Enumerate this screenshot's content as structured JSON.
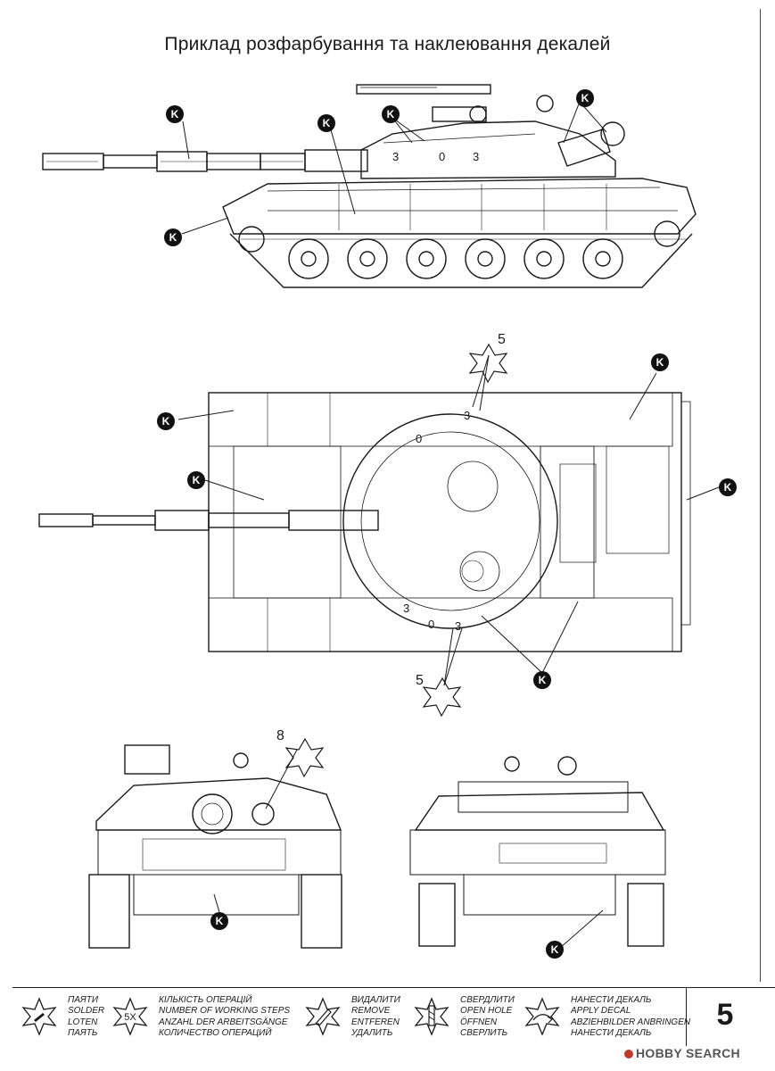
{
  "title": "Приклад розфарбування та наклеювання декалей",
  "callout_letter": "K",
  "turret_number": [
    "3",
    "0",
    "3"
  ],
  "numbered_callouts": {
    "decal_5_top": "5",
    "decal_5_bottom": "5",
    "decal_8": "8"
  },
  "legend": [
    {
      "icon": "solder-icon",
      "lines": [
        "ПАЯТИ",
        "SOLDER",
        "LOTEN",
        "ПАЯТЬ"
      ]
    },
    {
      "icon": "working-steps-icon",
      "symbol": "5X",
      "lines": [
        "КІЛЬКІСТЬ ОПЕРАЦІЙ",
        "NUMBER OF WORKING STEPS",
        "ANZAHL DER ARBEITSGÄNGE",
        "КОЛИЧЕСТВО ОПЕРАЦИЙ"
      ]
    },
    {
      "icon": "remove-icon",
      "lines": [
        "ВИДАЛИТИ",
        "REMOVE",
        "ENTFEREN",
        "УДАЛИТЬ"
      ]
    },
    {
      "icon": "drill-hole-icon",
      "lines": [
        "СВЕРДЛИТИ",
        "OPEN HOLE",
        "ÖFFNEN",
        "СВЕРЛИТЬ"
      ]
    },
    {
      "icon": "apply-decal-icon",
      "lines": [
        "НАНЕСТИ ДЕКАЛЬ",
        "APPLY DECAL",
        "ABZIEHBILDER ANBRINGEN",
        "НАНЕСТИ ДЕКАЛЬ"
      ]
    }
  ],
  "page_number": "5",
  "watermark": "HOBBY SEARCH",
  "colors": {
    "line": "#1a1a1a",
    "paper": "#ffffff",
    "callout": "#111111"
  }
}
